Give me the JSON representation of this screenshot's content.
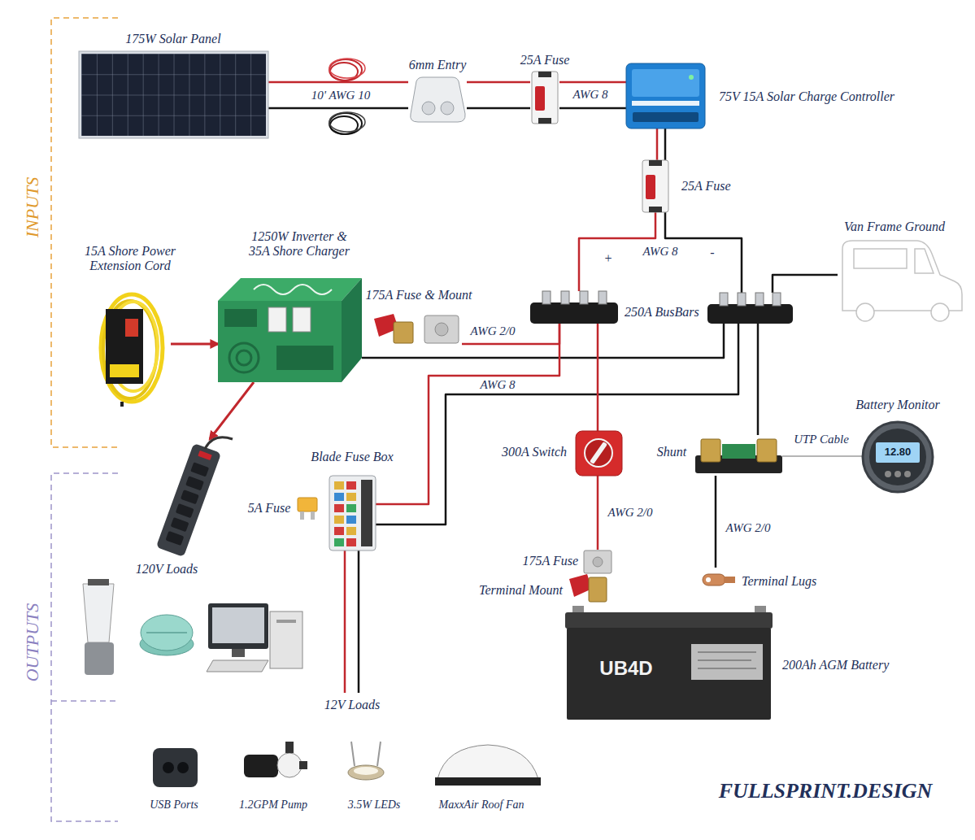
{
  "diagram": {
    "nodes": [
      {
        "text": [
          "175W Solar Panel"
        ]
      },
      {
        "text": [
          "6mm Entry"
        ]
      },
      {
        "text": [
          "25A Fuse"
        ]
      },
      {
        "text": [
          "75V 15A Solar Charge Controller"
        ]
      },
      {
        "text": [
          "25A Fuse"
        ]
      },
      {
        "text": [
          "+"
        ]
      },
      {
        "text": [
          "-"
        ]
      },
      {
        "text": [
          "Van Frame Ground"
        ]
      },
      {
        "text": [
          "15A Shore Power Extension Cord"
        ]
      },
      {
        "text": [
          "1250W Inverter & 35A Shore Charger"
        ]
      },
      {
        "text": [
          "175A Fuse & Mount"
        ]
      },
      {
        "text": [
          "120V Loads"
        ]
      },
      {
        "text": [
          "Blade Fuse Box"
        ]
      },
      {
        "text": [
          "300A Switch"
        ]
      },
      {
        "text": [
          "Shunt"
        ]
      },
      {
        "text": [
          "Battery Monitor"
        ]
      },
      {
        "text": [
          "175A Fuse",
          "Terminal Mount"
        ]
      },
      {
        "text": [
          "Terminal Lugs"
        ]
      },
      {
        "text": [
          "200Ah AGM Battery"
        ]
      },
      {
        "text": [
          "12V Loads"
        ]
      }
    ],
    "edges": [
      {
        "from": 0,
        "to": 1,
        "arrow": "none",
        "label": "10' AWG 10"
      },
      {
        "from": 1,
        "to": 2,
        "arrow": "none"
      },
      {
        "from": 2,
        "to": 3,
        "arrow": "none",
        "label": "AWG 8"
      },
      {
        "from": 3,
        "to": 4,
        "arrow": "none"
      },
      {
        "from": 4,
        "to": 5,
        "arrow": "none",
        "label": "AWG 8"
      },
      {
        "from": 3,
        "to": 6,
        "arrow": "none"
      },
      {
        "from": 7,
        "to": 6,
        "arrow": "none"
      },
      {
        "from": 8,
        "to": 9,
        "arrow": "to"
      },
      {
        "from": 9,
        "to": 11,
        "arrow": "to"
      },
      {
        "from": 10,
        "to": 5,
        "arrow": "none",
        "label": "AWG 2/0"
      },
      {
        "from": 9,
        "to": 6,
        "arrow": "none"
      },
      {
        "from": 12,
        "to": 5,
        "arrow": "none",
        "label": "AWG 8"
      },
      {
        "from": 12,
        "to": 6,
        "arrow": "none"
      },
      {
        "from": 5,
        "to": 13,
        "arrow": "none"
      },
      {
        "from": 13,
        "to": 16,
        "arrow": "none",
        "label": "AWG 2/0"
      },
      {
        "from": 6,
        "to": 14,
        "arrow": "none"
      },
      {
        "from": 14,
        "to": 17,
        "arrow": "none",
        "label": "AWG 2/0"
      },
      {
        "from": 14,
        "to": 15,
        "arrow": "none",
        "label": "UTP Cable"
      },
      {
        "from": 12,
        "to": 19,
        "arrow": "none"
      }
    ],
    "labels": [
      "INPUTS",
      "OUTPUTS",
      "250A BusBars",
      "5A Fuse",
      "USB Ports",
      "1.2GPM Pump",
      "3.5W LEDs",
      "MaxxAir Roof Fan",
      "UB4D",
      "12.80",
      "FULLSPRINT.DESIGN"
    ]
  }
}
